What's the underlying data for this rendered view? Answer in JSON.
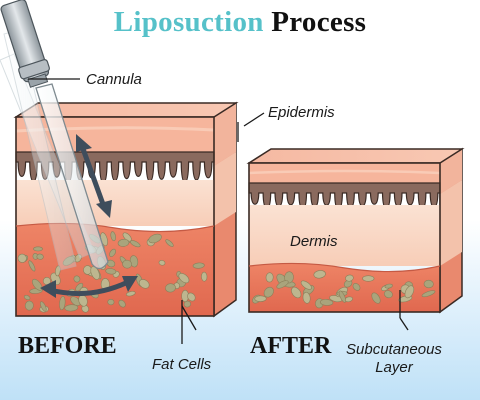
{
  "title": {
    "part1": "Liposuction",
    "part2": "Process"
  },
  "labels": {
    "cannula": "Cannula",
    "epidermis": "Epidermis",
    "dermis": "Dermis",
    "fat_cells": "Fat Cells",
    "subcutaneous_line1": "Subcutaneous",
    "subcutaneous_line2": "Layer",
    "before": "BEFORE",
    "after": "AFTER"
  },
  "colors": {
    "title_accent": "#56c1c9",
    "epidermis": "#f6b59c",
    "dermis": "#fad9c7",
    "rete_band": "#8a6a5e",
    "fat_layer": "#e8765c",
    "fat_cell": "#b9b28c",
    "arrow": "#3e4d5c",
    "outline": "#3a2a24"
  }
}
